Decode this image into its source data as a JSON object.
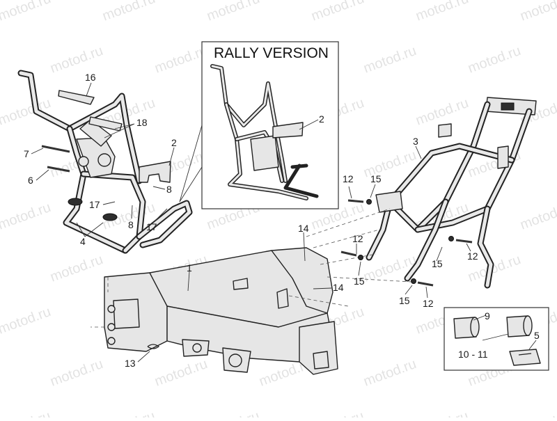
{
  "diagram": {
    "inset_title": "RALLY VERSION",
    "watermark_text": "motod.ru",
    "callouts": {
      "c1": "1",
      "c2a": "2",
      "c2b": "2",
      "c3": "3",
      "c4": "4",
      "c5": "5",
      "c6": "6",
      "c7": "7",
      "c8a": "8",
      "c8b": "8",
      "c9": "9",
      "c10_11": "10 - 11",
      "c12a": "12",
      "c12b": "12",
      "c12c": "12",
      "c12d": "12",
      "c13": "13",
      "c14a": "14",
      "c14b": "14",
      "c15a": "15",
      "c15b": "15",
      "c15c": "15",
      "c15d": "15",
      "c16": "16",
      "c17a": "17",
      "c17b": "17",
      "c18": "18"
    }
  }
}
